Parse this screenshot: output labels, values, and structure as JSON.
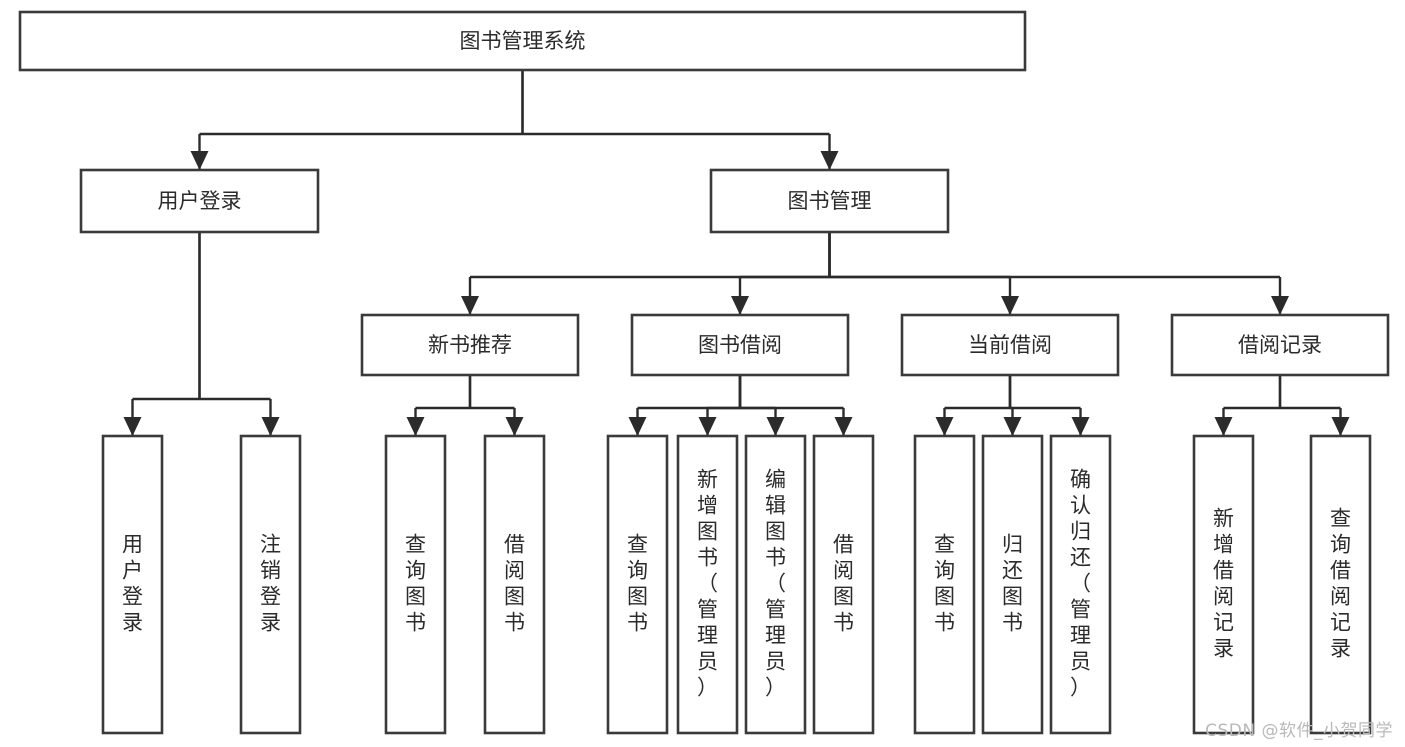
{
  "diagram": {
    "type": "tree-hierarchy",
    "title": "图书管理系统",
    "watermark": "CSDN @软件_小贺同学",
    "colors": {
      "box_stroke": "#3a3a3a",
      "box_fill": "#ffffff",
      "connector": "#2b2b2b",
      "text": "#2b2b2b",
      "watermark": "#b9b9b9"
    },
    "root": {
      "label": "图书管理系统",
      "orientation": "horizontal"
    },
    "level2": [
      {
        "label": "用户登录",
        "orientation": "horizontal"
      },
      {
        "label": "图书管理",
        "orientation": "horizontal"
      }
    ],
    "level3": [
      {
        "label": "新书推荐",
        "orientation": "horizontal"
      },
      {
        "label": "图书借阅",
        "orientation": "horizontal"
      },
      {
        "label": "当前借阅",
        "orientation": "horizontal"
      },
      {
        "label": "借阅记录",
        "orientation": "horizontal"
      }
    ],
    "leaves": {
      "用户登录": [
        {
          "label": "用户登录",
          "orientation": "vertical"
        },
        {
          "label": "注销登录",
          "orientation": "vertical"
        }
      ],
      "新书推荐": [
        {
          "label": "查询图书",
          "orientation": "vertical"
        },
        {
          "label": "借阅图书",
          "orientation": "vertical"
        }
      ],
      "图书借阅": [
        {
          "label": "查询图书",
          "orientation": "vertical"
        },
        {
          "label": "新增图书（管理员）",
          "orientation": "vertical"
        },
        {
          "label": "编辑图书（管理员）",
          "orientation": "vertical"
        },
        {
          "label": "借阅图书",
          "orientation": "vertical"
        }
      ],
      "当前借阅": [
        {
          "label": "查询图书",
          "orientation": "vertical"
        },
        {
          "label": "归还图书",
          "orientation": "vertical"
        },
        {
          "label": "确认归还（管理员）",
          "orientation": "vertical"
        }
      ],
      "借阅记录": [
        {
          "label": "新增借阅记录",
          "orientation": "vertical"
        },
        {
          "label": "查询借阅记录",
          "orientation": "vertical"
        }
      ]
    }
  }
}
